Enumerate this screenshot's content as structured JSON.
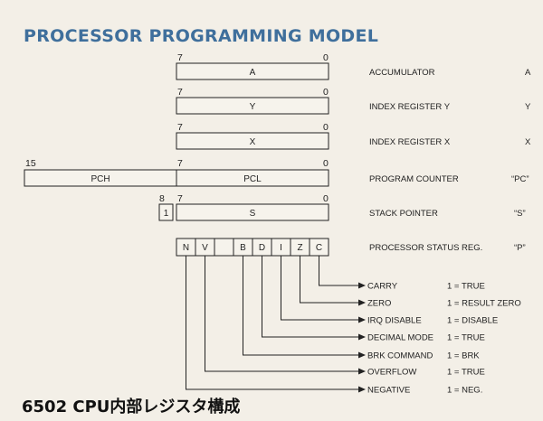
{
  "title": "PROCESSOR PROGRAMMING MODEL",
  "caption": "6502 CPU内部レジスタ構成",
  "registers": {
    "accumulator": {
      "hi": "7",
      "lo": "0",
      "box": "A",
      "description": "ACCUMULATOR",
      "symbol": "A"
    },
    "index_y": {
      "hi": "7",
      "lo": "0",
      "box": "Y",
      "description": "INDEX REGISTER Y",
      "symbol": "Y"
    },
    "index_x": {
      "hi": "7",
      "lo": "0",
      "box": "X",
      "description": "INDEX REGISTER X",
      "symbol": "X"
    },
    "program_counter": {
      "hi15": "15",
      "hi": "7",
      "lo": "0",
      "box_high": "PCH",
      "box_low": "PCL",
      "description": "PROGRAM COUNTER",
      "symbol": "“PC”"
    },
    "stack_pointer": {
      "bit8": "8",
      "hi": "7",
      "lo": "0",
      "fixed": "1",
      "box": "S",
      "description": "STACK POINTER",
      "symbol": "“S”"
    },
    "status": {
      "description": "PROCESSOR STATUS REG.",
      "symbol": "“P”",
      "bits": [
        "N",
        "V",
        "",
        "B",
        "D",
        "I",
        "Z",
        "C"
      ]
    }
  },
  "flags": [
    {
      "name": "CARRY",
      "meaning": "1 = TRUE"
    },
    {
      "name": "ZERO",
      "meaning": "1 = RESULT ZERO"
    },
    {
      "name": "IRQ DISABLE",
      "meaning": "1 = DISABLE"
    },
    {
      "name": "DECIMAL MODE",
      "meaning": "1 = TRUE"
    },
    {
      "name": "BRK COMMAND",
      "meaning": "1 = BRK"
    },
    {
      "name": "OVERFLOW",
      "meaning": "1 = TRUE"
    },
    {
      "name": "NEGATIVE",
      "meaning": "1 = NEG."
    }
  ]
}
